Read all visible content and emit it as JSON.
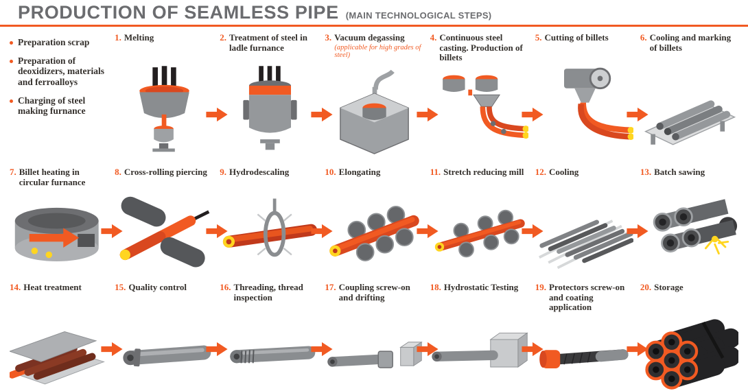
{
  "header": {
    "title": "PRODUCTION OF SEAMLESS PIPE",
    "subtitle": "(MAIN TECHNOLOGICAL STEPS)"
  },
  "intro_bullets": [
    "Preparation scrap",
    "Preparation of deoxidizers, materials and ferroalloys",
    "Charging of steel making furnance"
  ],
  "steps": [
    {
      "num": "1.",
      "label": "Melting"
    },
    {
      "num": "2.",
      "label": "Treatment of steel in ladle furnance"
    },
    {
      "num": "3.",
      "label": "Vacuum degassing",
      "note": "(applicable for high grades of steel)"
    },
    {
      "num": "4.",
      "label": "Continuous steel casting. Production of billets"
    },
    {
      "num": "5.",
      "label": "Cutting of billets"
    },
    {
      "num": "6.",
      "label": "Cooling and marking of billets"
    },
    {
      "num": "7.",
      "label": "Billet heating in circular furnance"
    },
    {
      "num": "8.",
      "label": "Cross-rolling piercing"
    },
    {
      "num": "9.",
      "label": "Hydrodescaling"
    },
    {
      "num": "10.",
      "label": "Elongating"
    },
    {
      "num": "11.",
      "label": "Stretch reducing mill"
    },
    {
      "num": "12.",
      "label": "Cooling"
    },
    {
      "num": "13.",
      "label": "Batch sawing"
    },
    {
      "num": "14.",
      "label": "Heat treatment"
    },
    {
      "num": "15.",
      "label": "Quality control"
    },
    {
      "num": "16.",
      "label": "Threading, thread inspection"
    },
    {
      "num": "17.",
      "label": "Coupling screw-on and drifting"
    },
    {
      "num": "18.",
      "label": "Hydrostatic Testing"
    },
    {
      "num": "19.",
      "label": "Protectors screw-on and coating application"
    },
    {
      "num": "20.",
      "label": "Storage"
    }
  ],
  "colors": {
    "accent_orange": "#F15A22",
    "dark_orange": "#D9481F",
    "hot_red": "#C0391B",
    "title_gray": "#6B6C6F",
    "text_dark": "#34302C",
    "steel_gray": "#8A8D90",
    "dark_steel": "#58595B",
    "light_steel": "#C9CBCD",
    "hot_yellow": "#FFD520",
    "black": "#231F20"
  }
}
